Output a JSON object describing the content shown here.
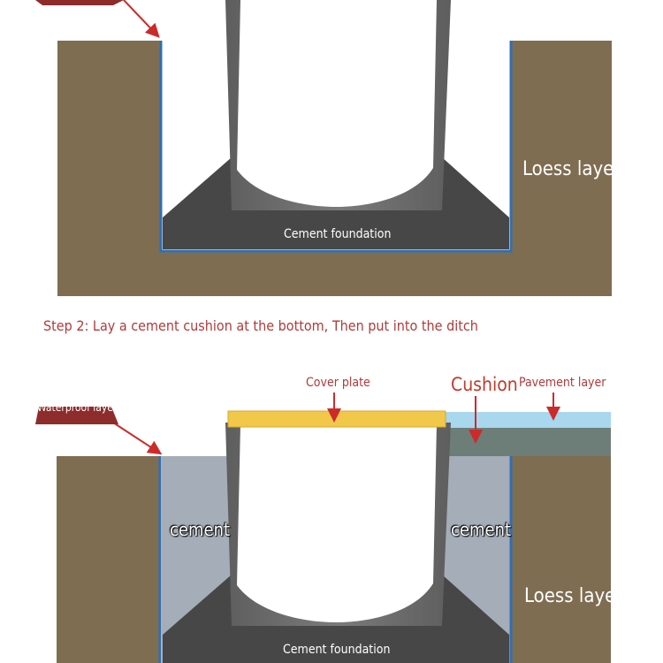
{
  "diagram1": {
    "top_label_fragment": "",
    "loess_label": "Loess layer",
    "foundation_label": "Cement foundation"
  },
  "step2_text": "Step 2: Lay a cement cushion at the bottom,  Then put into the ditch",
  "diagram2": {
    "waterproof_label": "Waterproof layer",
    "cover_plate_label": "Cover plate",
    "cushion_label": "Cushion",
    "pavement_label": "Pavement layer",
    "cement_left_label": "cement",
    "cement_right_label": "cement",
    "loess_label": "Loess layer",
    "foundation_label": "Cement foundation"
  },
  "colors": {
    "soil": "#7f6d52",
    "waterproof_line": "#2f6fb5",
    "foundation": "#474747",
    "channel": "#6b6b6b",
    "cement_fill": "#a5adb8",
    "cover_plate": "#f1c84a",
    "pavement": "#a8d7ee",
    "cushion": "#6d7d78",
    "arrow": "#cc2b2b"
  }
}
